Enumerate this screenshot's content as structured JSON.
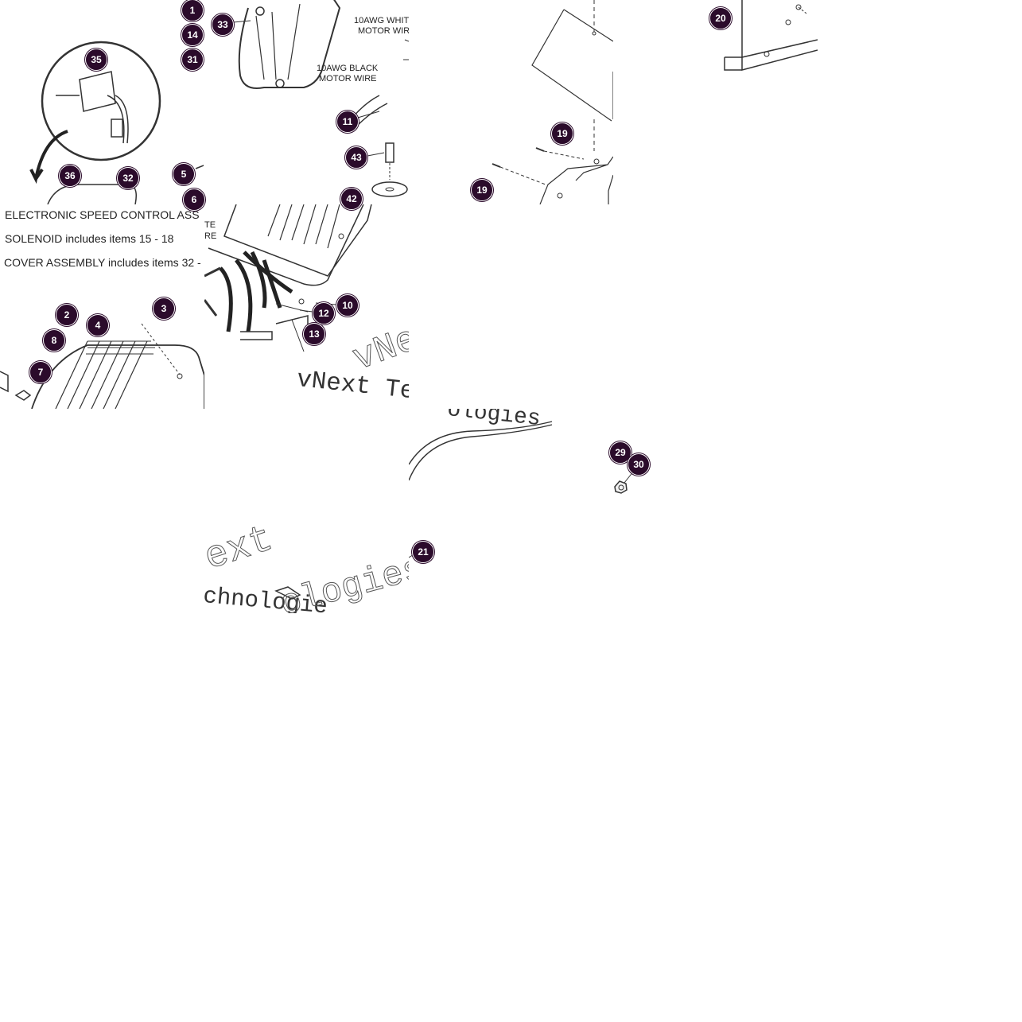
{
  "notes": [
    "ELECTRONIC SPEED CONTROL  ASS",
    "SOLENOID includes items 15 - 18",
    "COVER ASSEMBLY includes items 32 -"
  ],
  "wire_labels": {
    "white": [
      "10AWG WHIT",
      "MOTOR WIRE"
    ],
    "black": [
      "10AWG BLACK",
      "MOTOR WIRE"
    ],
    "frag_te": "TE",
    "frag_re": "RE"
  },
  "watermark": {
    "line1": "vNext Tec",
    "line2": "vNe",
    "line3": "ologies",
    "line4": "ext",
    "line5": "chnologie",
    "line6": "ologies"
  },
  "callouts": {
    "c1": "1",
    "c14": "14",
    "c31": "31",
    "c33": "33",
    "c35": "35",
    "c36": "36",
    "c32": "32",
    "c5": "5",
    "c6": "6",
    "c11": "11",
    "c43": "43",
    "c42": "42",
    "c19a": "19",
    "c19b": "19",
    "c20": "20",
    "c2": "2",
    "c4": "4",
    "c3": "3",
    "c8": "8",
    "c7": "7",
    "c10": "10",
    "c12": "12",
    "c13": "13",
    "c29": "29",
    "c30": "30",
    "c21": "21"
  },
  "colors": {
    "callout_fill": "#2b0b2b",
    "line": "#333333",
    "background": "#ffffff"
  }
}
